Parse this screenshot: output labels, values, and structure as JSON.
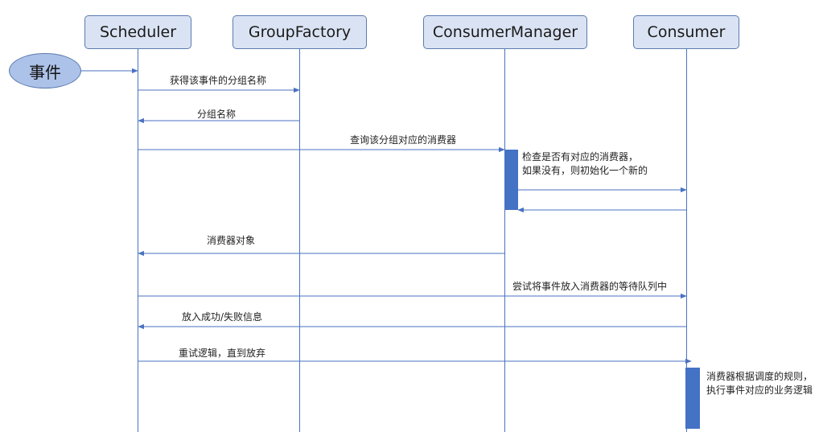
{
  "lifelines": [
    {
      "id": "scheduler",
      "label": "Scheduler"
    },
    {
      "id": "groupfactory",
      "label": "GroupFactory"
    },
    {
      "id": "consumermanager",
      "label": "ConsumerManager"
    },
    {
      "id": "consumer",
      "label": "Consumer"
    }
  ],
  "event": {
    "label": "事件"
  },
  "messages": [
    {
      "label": "获得该事件的分组名称"
    },
    {
      "label": "分组名称"
    },
    {
      "label": "查询该分组对应的消费器"
    },
    {
      "label": "消费器对象"
    },
    {
      "label": "尝试将事件放入消费器的等待队列中"
    },
    {
      "label": "放入成功/失败信息"
    },
    {
      "label": "重试逻辑，直到放弃"
    }
  ],
  "notes": [
    {
      "lines": [
        "检查是否有对应的消费器，",
        "如果没有，则初始化一个新的"
      ]
    },
    {
      "lines": [
        "消费器根据调度的规则，",
        "执行事件对应的业务逻辑"
      ]
    }
  ],
  "colors": {
    "box_fill": "#dae3f3",
    "line": "#4a72c0",
    "activation": "#4472c4",
    "ellipse_fill": "#adc2e8"
  }
}
